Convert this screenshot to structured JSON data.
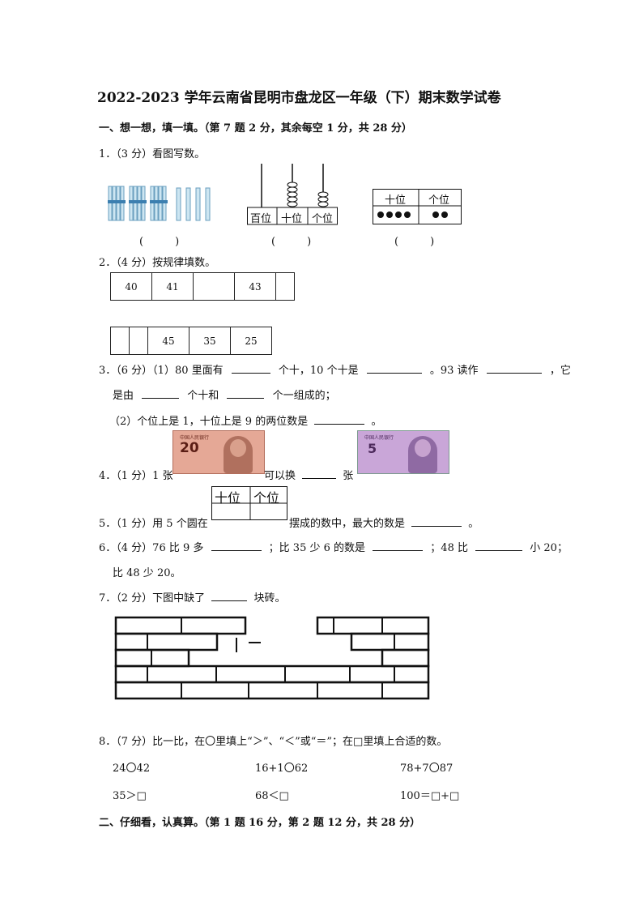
{
  "title": "2022-2023 学年云南省昆明市盘龙区一年级（下）期末数学试卷",
  "section1": "一、想一想，填一填。（第 7 题 2 分，其余每空 1 分，共 28 分）",
  "q1": {
    "text": "1．（3 分）看图写数。",
    "abacus_labels": [
      "百位",
      "十位",
      "个位"
    ],
    "pv_labels": [
      "十位",
      "个位"
    ],
    "bracket": "(　　　)"
  },
  "q2": {
    "text": "2．（4 分）按规律填数。",
    "row1": [
      "40",
      "41",
      "",
      "43",
      ""
    ],
    "row2": [
      "",
      "",
      "45",
      "35",
      "25"
    ]
  },
  "q3": {
    "line1_a": "3．（6 分）（1）80 里面有",
    "line1_b": "个十，10 个十是",
    "line1_c": "。93 读作",
    "line1_d": "，它",
    "line2_a": "是由",
    "line2_b": "个十和",
    "line2_c": "个一组成的；",
    "line3_a": "（2）个位上是 1，十位上是 9 的两位数是",
    "line3_b": "。"
  },
  "q4": {
    "text_a": "4．（1 分）1 张",
    "text_b": "可以换",
    "text_c": "张",
    "note20": "20",
    "note5": "5",
    "bank": "中国人民银行"
  },
  "q5": {
    "text_a": "5．（1 分）用 5 个圆在",
    "text_b": "摆成的数中，最大的数是",
    "text_c": "。",
    "pv_labels": [
      "十位",
      "个位"
    ]
  },
  "q6": {
    "text_a": "6．（4 分）76 比 9 多",
    "text_b": "；比 35 少 6 的数是",
    "text_c": "；48 比",
    "text_d": "小 20；",
    "text_e": "比 48 少 20。"
  },
  "q7": {
    "text_a": "7．（2 分）下图中缺了",
    "text_b": "块砖。"
  },
  "q8": {
    "text": "8．（7 分）比一比，在〇里填上“＞”、“＜”或“＝”；在□里填上合适的数。",
    "items": [
      "24〇42",
      "16+1〇62",
      "78+7〇87",
      "35＞□",
      "68＜□",
      "100＝□+□"
    ]
  },
  "section2": "二、仔细看，认真算。（第 1 题 16 分，第 2 题 12 分，共 28 分）",
  "colors": {
    "note20": "#e5a896",
    "note5": "#c9a6d8",
    "dot": "#111111"
  }
}
